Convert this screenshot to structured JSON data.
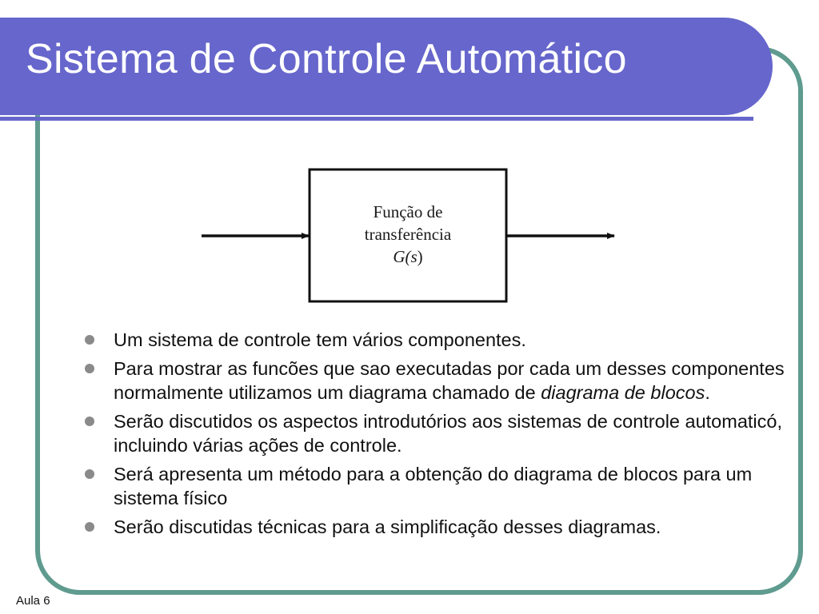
{
  "slide": {
    "title": "Sistema de Controle Automático",
    "footer": "Aula 6"
  },
  "diagram": {
    "block_line1": "Função de",
    "block_line2": "transferência",
    "block_line3_func": "G(",
    "block_line3_var": "s",
    "block_line3_close": ")"
  },
  "bullets": [
    {
      "text": "Um sistema de controle tem vários componentes."
    },
    {
      "text": "Para mostrar as funcões que sao executadas por cada um desses componentes normalmente utilizamos um diagrama chamado de ",
      "emphasis": "diagrama de blocos",
      "suffix": "."
    },
    {
      "text": "Serão discutidos os aspectos introdutórios aos sistemas de controle automaticó, incluindo várias ações de controle."
    },
    {
      "text": "Será apresenta um método para a obtenção do diagrama de blocos para um sistema físico"
    },
    {
      "text": "Serão discutidas técnicas para a simplificação desses diagramas."
    }
  ],
  "colors": {
    "title_bar": "#6666cc",
    "frame_border": "#5f9b8f",
    "bullet": "#8a8a8a"
  }
}
